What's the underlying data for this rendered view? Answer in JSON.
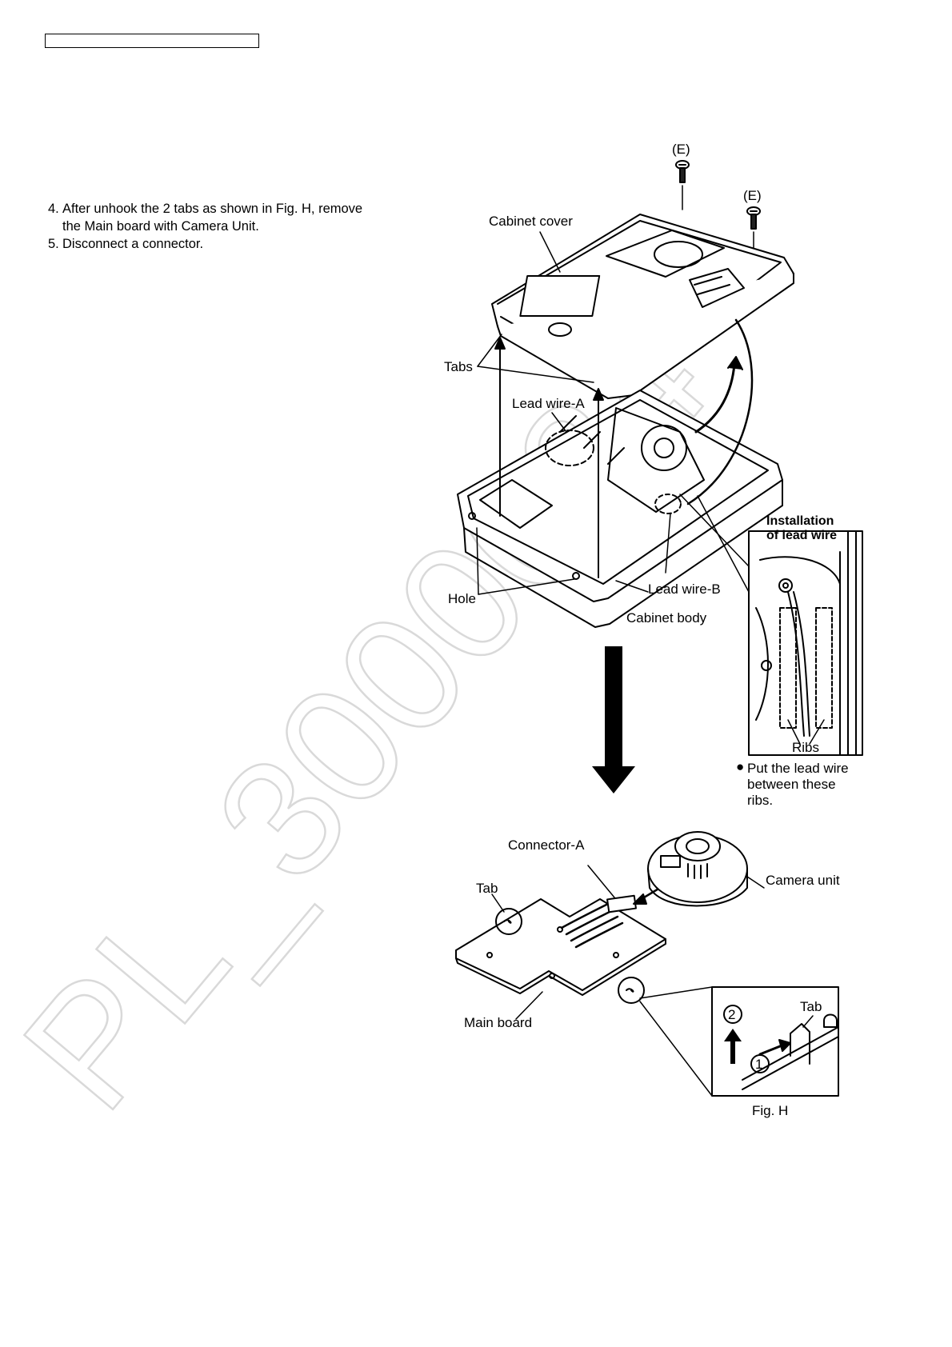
{
  "steps": [
    {
      "num": "4.",
      "line1": "After unhook the 2 tabs as shown in Fig. H, remove",
      "line2": "the Main board with Camera Unit."
    },
    {
      "num": "5.",
      "line1": "Disconnect a connector."
    }
  ],
  "watermark": "PL_3000034",
  "figure": {
    "screw_label": "(E)",
    "cabinet_cover": "Cabinet cover",
    "tabs": "Tabs",
    "lead_wire_a": "Lead wire-A",
    "hole": "Hole",
    "lead_wire_b": "Lead wire-B",
    "cabinet_body": "Cabinet body",
    "inset_title_1": "Installation",
    "inset_title_2": "of lead wire",
    "ribs": "Ribs",
    "bullet": "●",
    "note_1": "Put the lead wire",
    "note_2": "between these",
    "note_3": "ribs.",
    "connector_a": "Connector-A",
    "camera_unit": "Camera unit",
    "tab": "Tab",
    "main_board": "Main board",
    "tab_detail": "Tab",
    "step_1": "1",
    "step_2": "2",
    "caption": "Fig. H"
  }
}
